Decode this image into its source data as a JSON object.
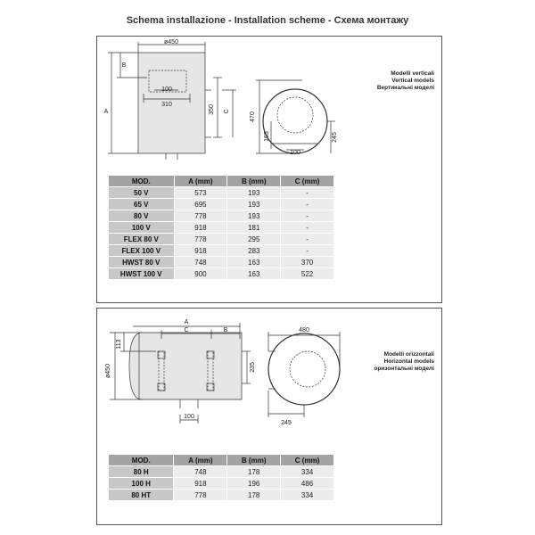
{
  "title": "Schema installazione - Installation scheme -  Схема монтажу",
  "vertical": {
    "captions": [
      "Modelli verticali",
      "Vertical models",
      "Вертикальні моделі"
    ],
    "dims": {
      "diameter": "ø450",
      "a": "A",
      "b": "B",
      "c": "C",
      "d100": "100",
      "d310": "310",
      "d350": "350",
      "d470": "470",
      "d165": "165",
      "d100b": "100",
      "d245": "245"
    },
    "table": {
      "headers": [
        "MOD.",
        "A (mm)",
        "B (mm)",
        "C (mm)"
      ],
      "rows": [
        [
          "50 V",
          "573",
          "193",
          "-"
        ],
        [
          "65 V",
          "695",
          "193",
          "-"
        ],
        [
          "80 V",
          "778",
          "193",
          "-"
        ],
        [
          "100 V",
          "918",
          "181",
          "-"
        ],
        [
          "FLEX 80 V",
          "778",
          "295",
          "-"
        ],
        [
          "FLEX 100 V",
          "918",
          "283",
          "-"
        ],
        [
          "HWST 80 V",
          "748",
          "163",
          "370"
        ],
        [
          "HWST 100 V",
          "900",
          "163",
          "522"
        ]
      ]
    }
  },
  "horizontal": {
    "captions": [
      "Modelli orizzontali",
      "Horizontal models",
      "оризонтальні моделі"
    ],
    "dims": {
      "a": "A",
      "b": "B",
      "c": "C",
      "d113": "113",
      "diameter": "ø450",
      "d235": "235",
      "d100": "100",
      "d480": "480",
      "d245": "245"
    },
    "table": {
      "headers": [
        "MOD.",
        "A (mm)",
        "B (mm)",
        "C (mm)"
      ],
      "rows": [
        [
          "80 H",
          "748",
          "178",
          "334"
        ],
        [
          "100 H",
          "918",
          "196",
          "486"
        ],
        [
          "80 HT",
          "778",
          "178",
          "334"
        ]
      ]
    }
  }
}
